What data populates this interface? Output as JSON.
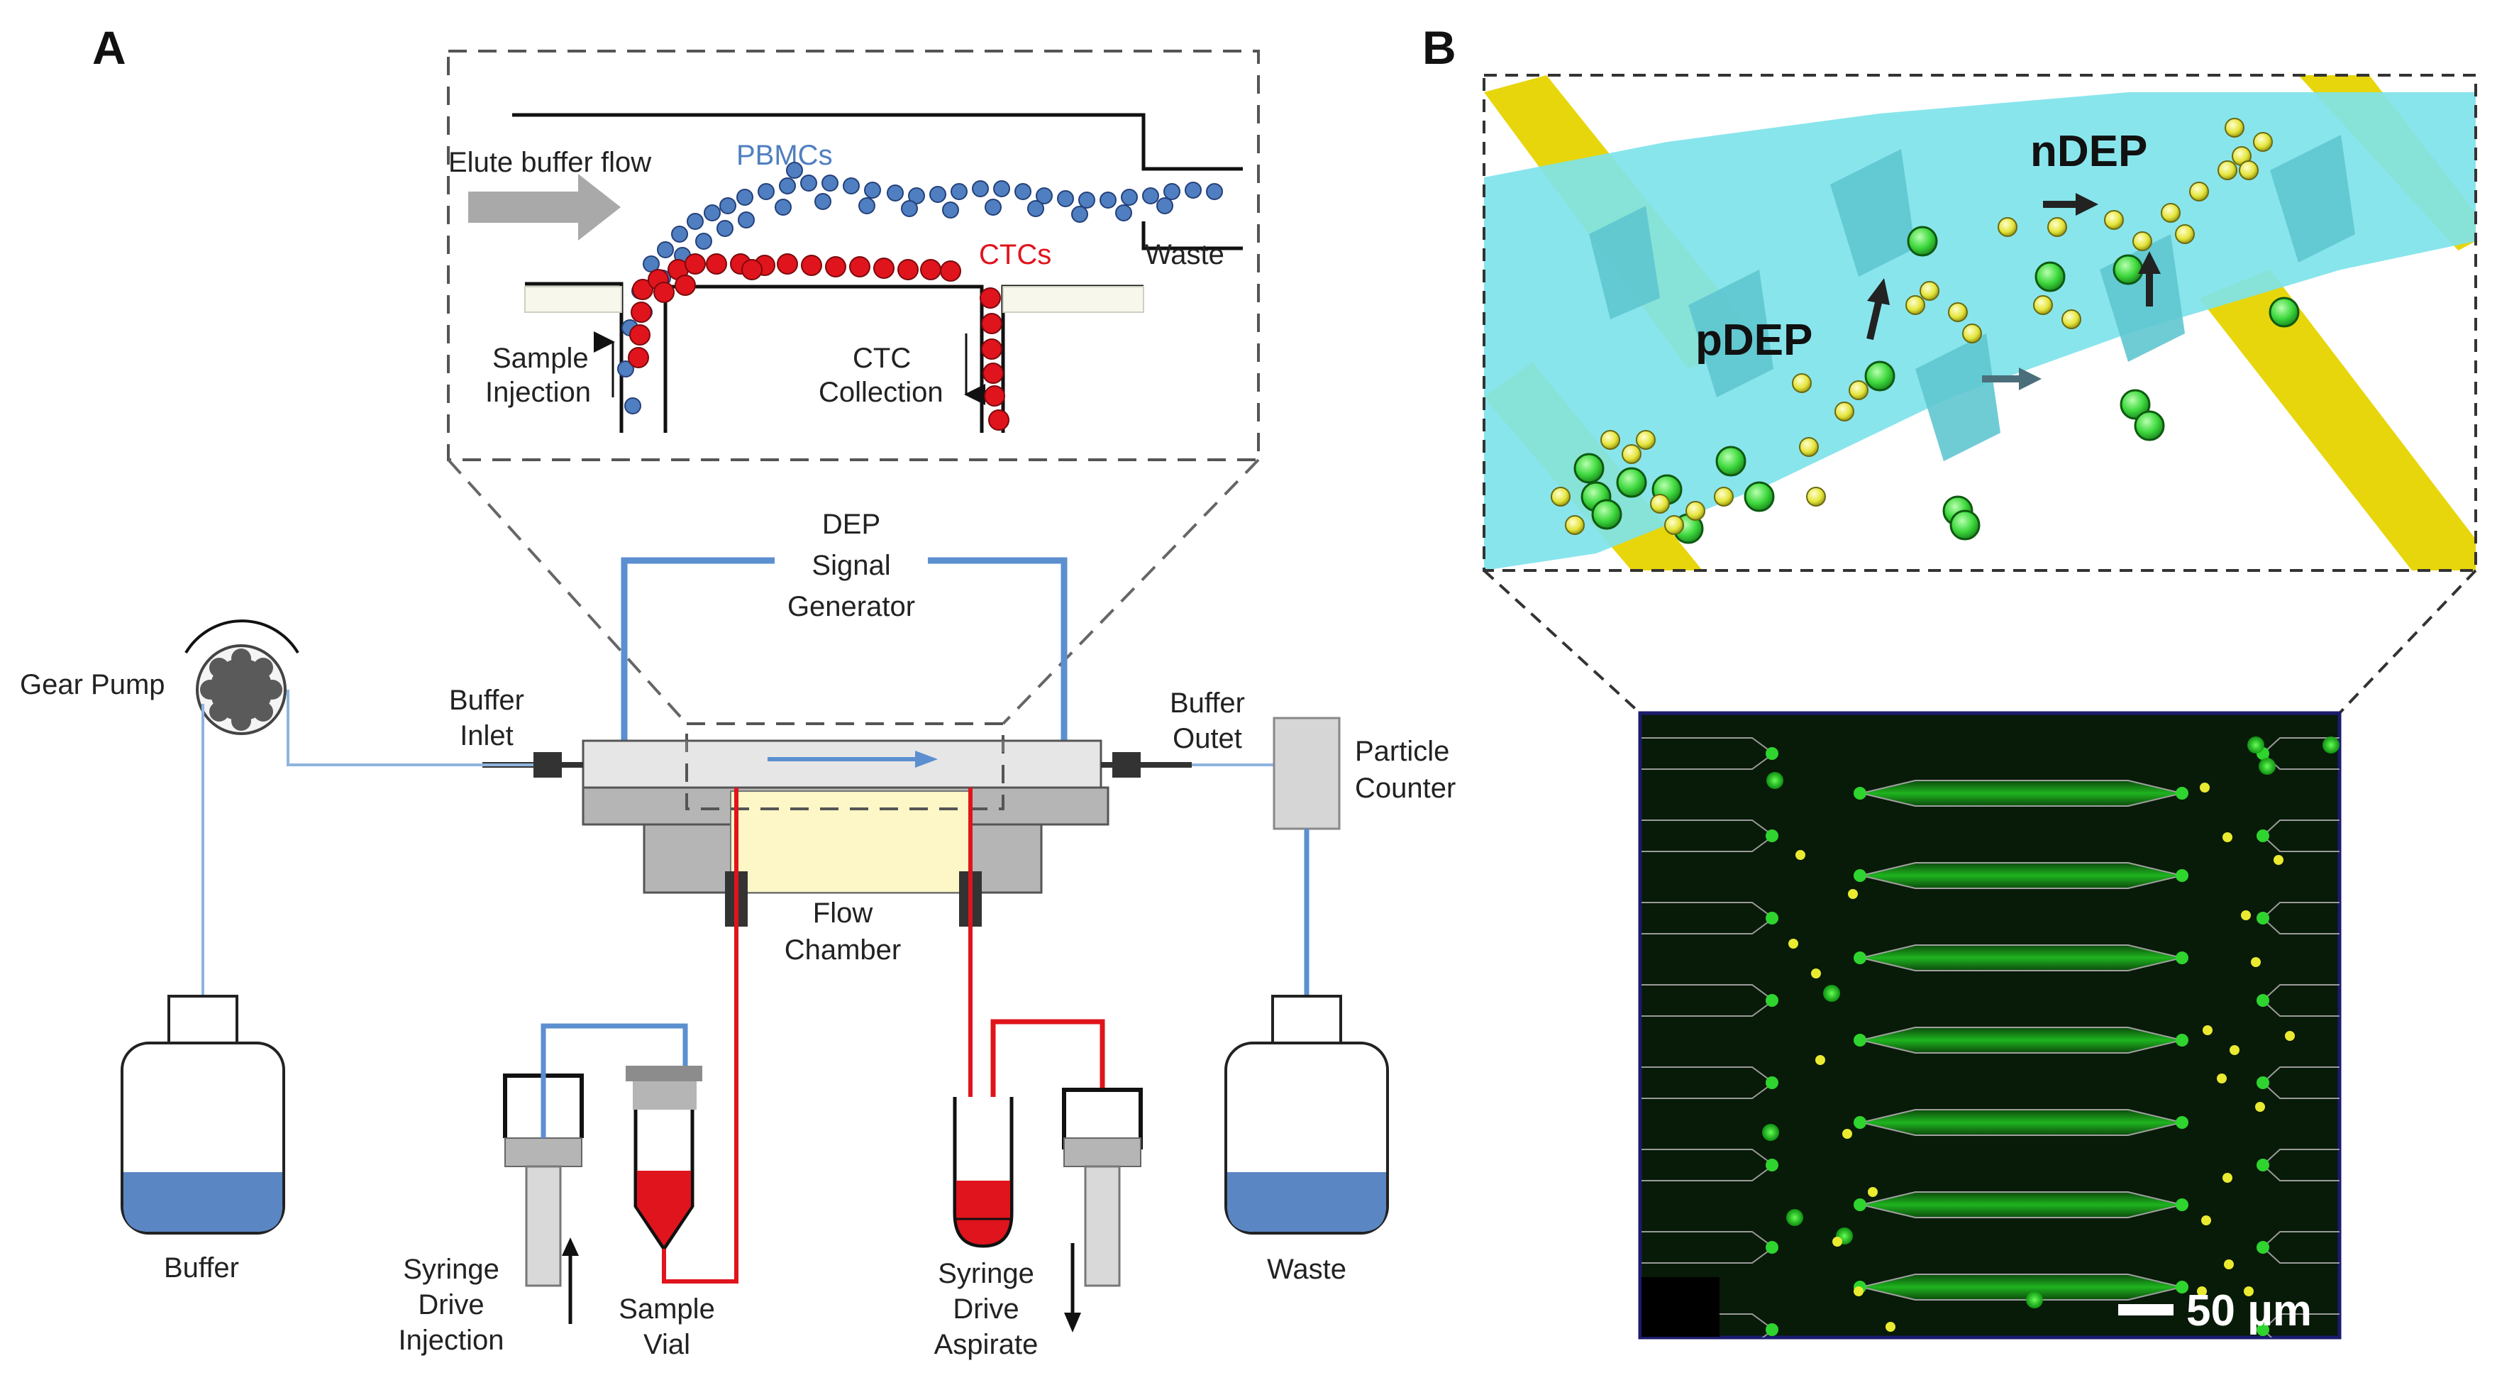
{
  "panels": {
    "a_label": "A",
    "b_label": "B"
  },
  "inset": {
    "flow_label": "Elute buffer flow",
    "pbmc_label": "PBMCs",
    "ctc_label": "CTCs",
    "waste_label": "Waste",
    "sample_label_1": "Sample",
    "sample_label_2": "Injection",
    "collection_label_1": "CTC",
    "collection_label_2": "Collection"
  },
  "system": {
    "dep_1": "DEP",
    "dep_2": "Signal",
    "dep_3": "Generator",
    "gear_pump": "Gear Pump",
    "buffer_inlet_1": "Buffer",
    "buffer_inlet_2": "Inlet",
    "buffer_outlet_1": "Buffer",
    "buffer_outlet_2": "Outet",
    "particle_counter_1": "Particle",
    "particle_counter_2": "Counter",
    "flow_chamber_1": "Flow",
    "flow_chamber_2": "Chamber",
    "buffer_bottle": "Buffer",
    "waste_bottle": "Waste",
    "syringe_inj_1": "Syringe",
    "syringe_inj_2": "Drive",
    "syringe_inj_3": "Injection",
    "sample_vial_1": "Sample",
    "sample_vial_2": "Vial",
    "syringe_asp_1": "Syringe",
    "syringe_asp_2": "Drive",
    "syringe_asp_3": "Aspirate"
  },
  "panel_b": {
    "ndep_label": "nDEP",
    "pdep_label": "pDEP",
    "scale_bar": "50 µm"
  },
  "colors": {
    "pbmc": "#4f7fc0",
    "ctc": "#e0141c",
    "signal": "#5b8fd0",
    "sample_line": "#e0141c",
    "channel": "#7fe3ea",
    "electrode": "#e7d60c",
    "cell_green": "#3ed93e",
    "cell_yellow": "#e4e43a",
    "buffer_fill": "#5b86c4"
  }
}
